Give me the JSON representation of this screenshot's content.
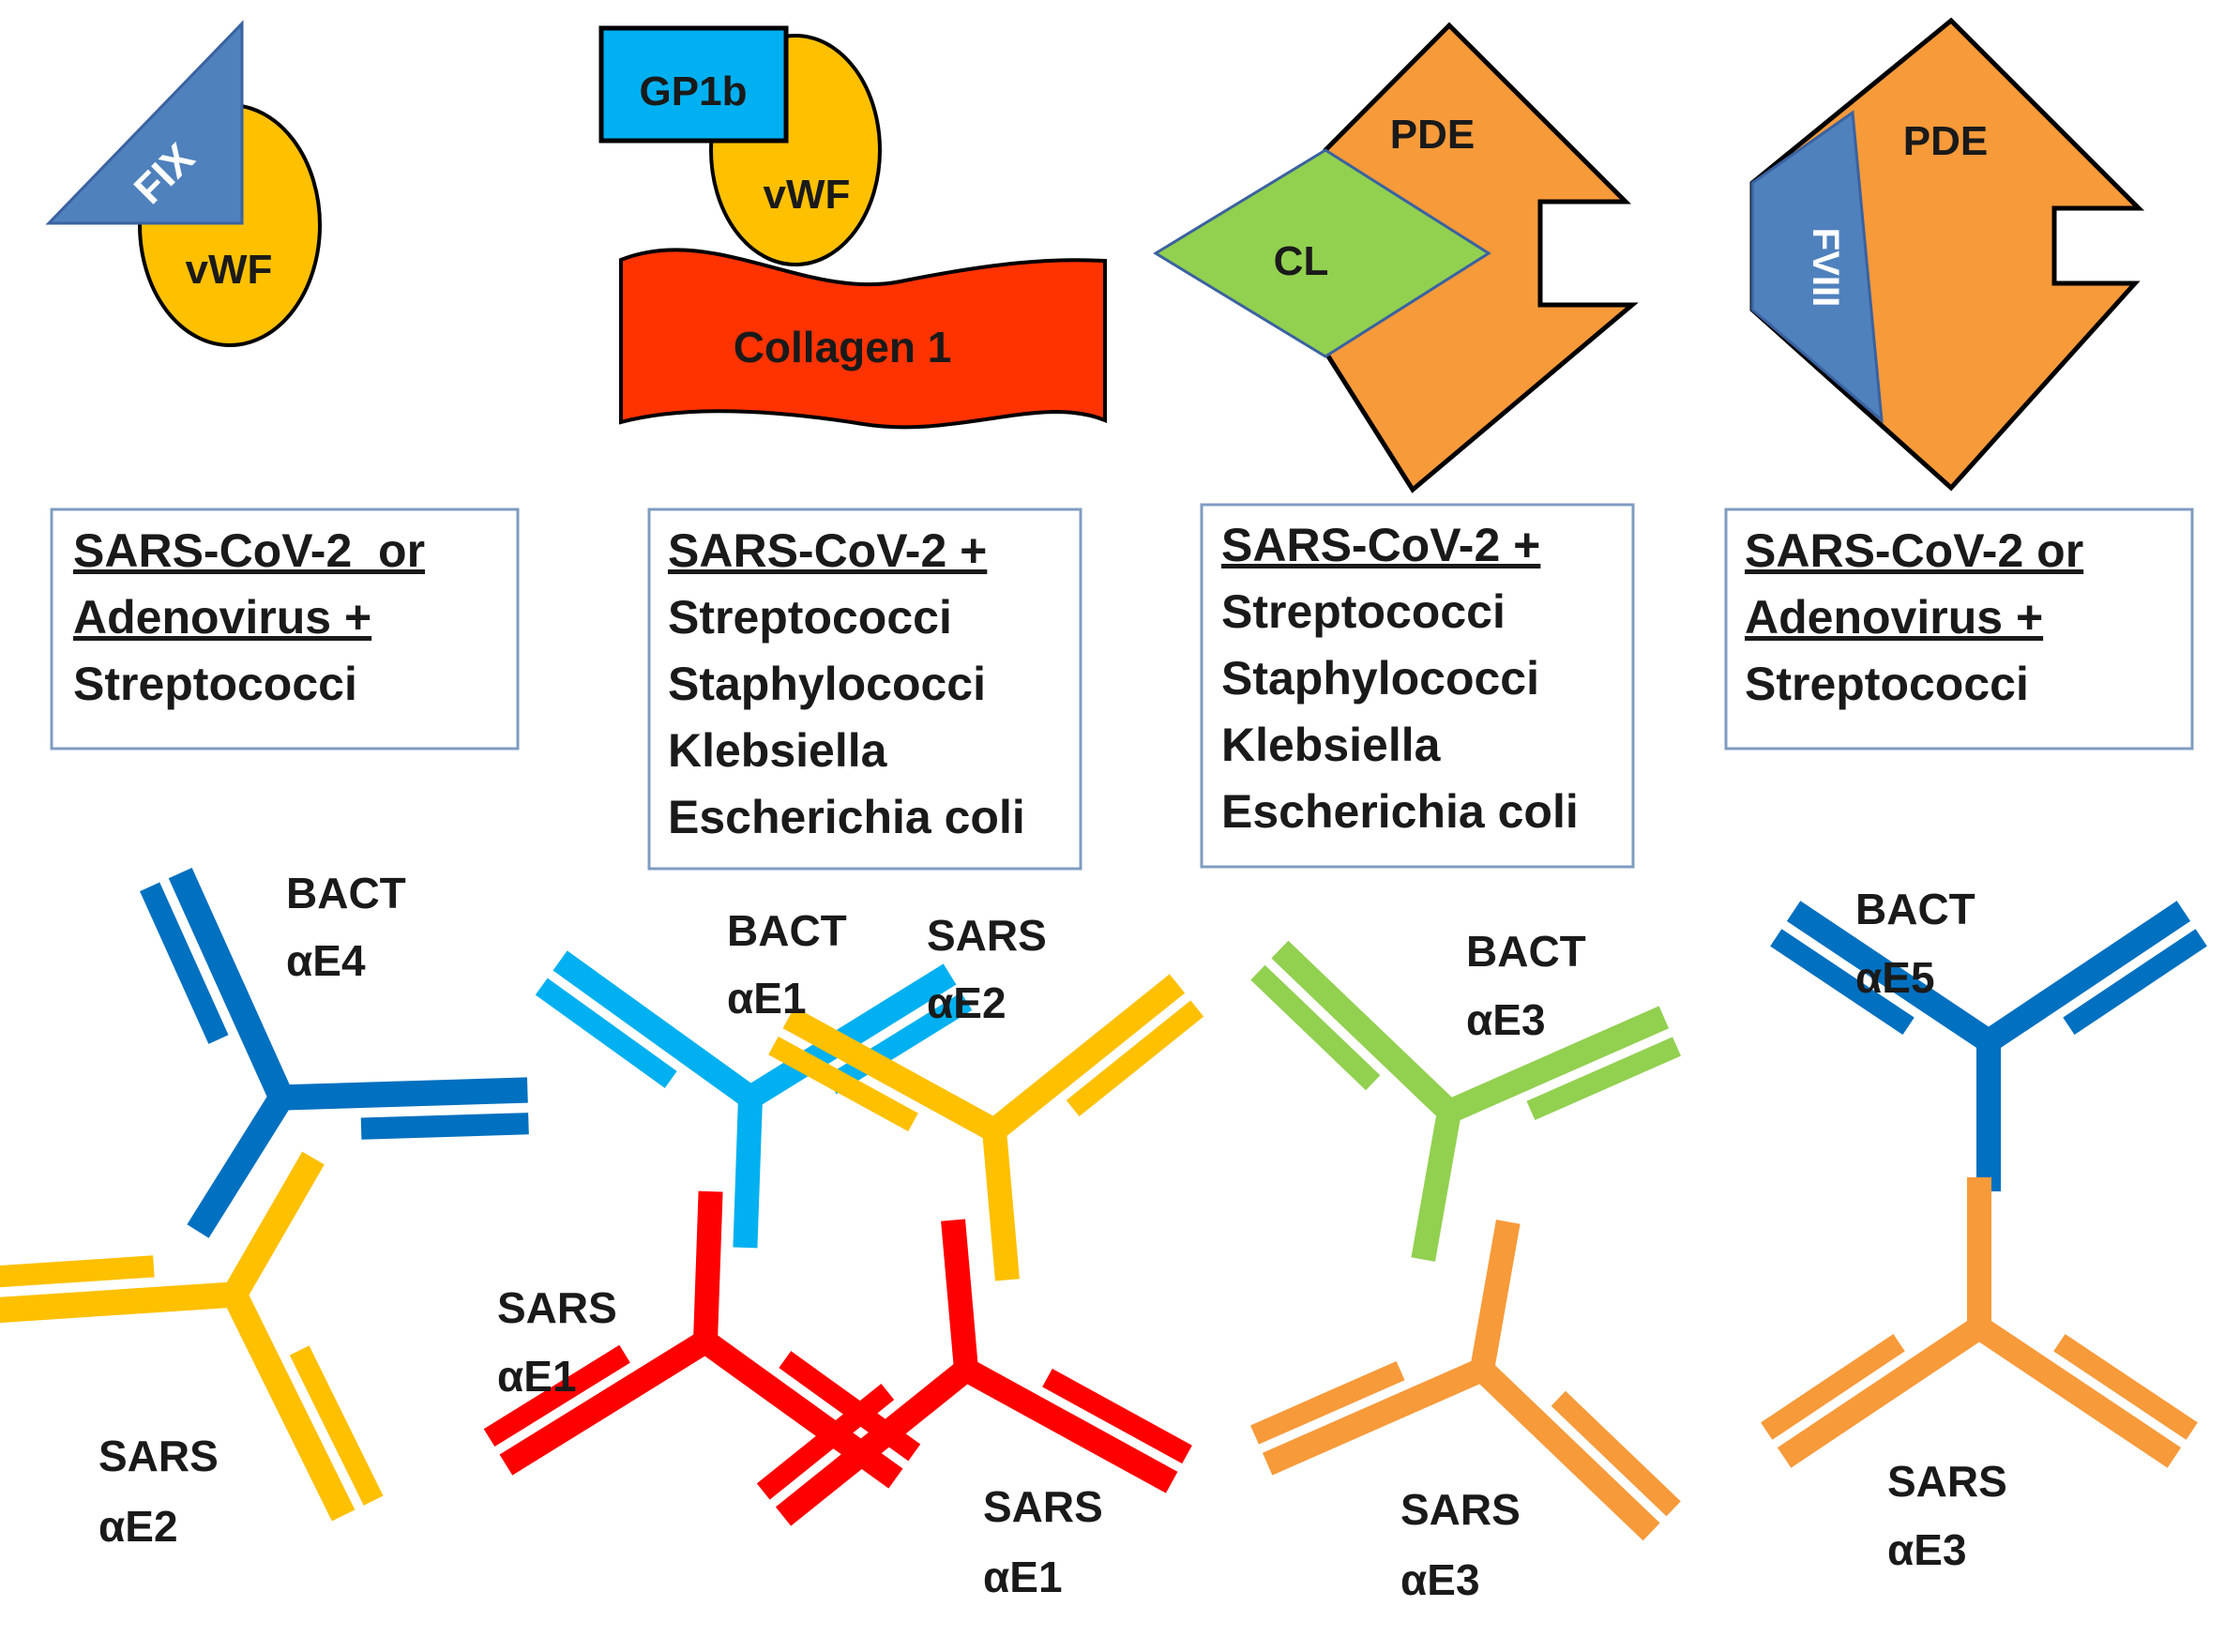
{
  "colors": {
    "vwf": "#FFC000",
    "fix": "#4F81BD",
    "gp1b": "#00B0F0",
    "collagen": "#FF3300",
    "pde": "#F79A3A",
    "cl": "#92D050",
    "fviii": "#4F81BD",
    "ab_dark_blue": "#0070C0",
    "ab_light_blue": "#00B0F0",
    "ab_yellow": "#FFC000",
    "ab_red": "#FF0000",
    "ab_green": "#92D050",
    "ab_orange": "#F79A3A",
    "box_border": "#7F9CC0"
  },
  "complexes": {
    "c1": {
      "fix": "FIX",
      "vwf": "vWF"
    },
    "c2": {
      "gp1b": "GP1b",
      "vwf": "vWF",
      "collagen": "Collagen 1"
    },
    "c3": {
      "pde": "PDE",
      "cl": "CL"
    },
    "c4": {
      "pde": "PDE",
      "fviii": "FVIII"
    }
  },
  "boxes": [
    {
      "lines": [
        "SARS-CoV-2  or",
        "Adenovirus +",
        "Streptococci"
      ],
      "underlined": [
        true,
        true,
        false
      ]
    },
    {
      "lines": [
        "SARS-CoV-2 +",
        "Streptococci",
        "Staphylococci",
        "Klebsiella",
        "Escherichia coli"
      ],
      "underlined": [
        true,
        false,
        false,
        false,
        false
      ]
    },
    {
      "lines": [
        "SARS-CoV-2 +",
        "Streptococci",
        "Staphylococci",
        "Klebsiella",
        "Escherichia coli"
      ],
      "underlined": [
        true,
        false,
        false,
        false,
        false
      ]
    },
    {
      "lines": [
        "SARS-CoV-2 or",
        "Adenovirus +",
        "Streptococci"
      ],
      "underlined": [
        true,
        true,
        false
      ]
    }
  ],
  "antibody_labels": {
    "g1_top": [
      "BACT",
      "αE4"
    ],
    "g1_bottom": [
      "SARS",
      "αE2"
    ],
    "g2_bact": [
      "BACT",
      "αE1"
    ],
    "g2_sars_top": [
      "SARS",
      "αE2"
    ],
    "g2_sars_mid": [
      "SARS",
      "αE1"
    ],
    "g2_sars_bottom": [
      "SARS",
      "αE1"
    ],
    "g3_top": [
      "BACT",
      "αE3"
    ],
    "g3_bottom": [
      "SARS",
      "αE3"
    ],
    "g4_top": [
      "BACT",
      "αE5"
    ],
    "g4_bottom": [
      "SARS",
      "αE3"
    ]
  }
}
